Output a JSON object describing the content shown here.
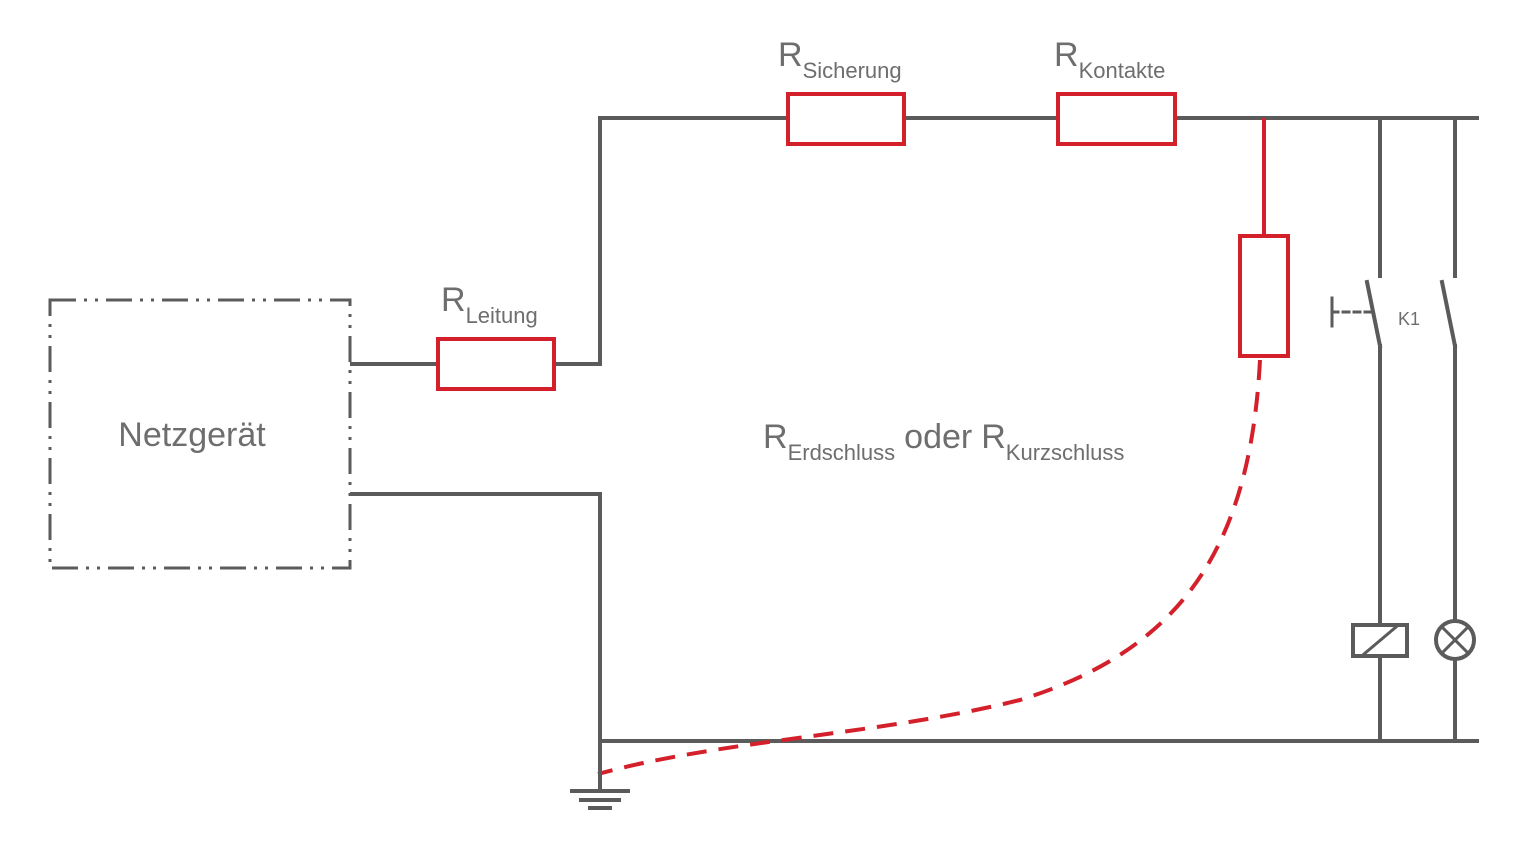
{
  "device": {
    "label": "Netzgerät"
  },
  "resistors": {
    "leitung": {
      "main": "R",
      "sub": "Leitung"
    },
    "sicherung": {
      "main": "R",
      "sub": "Sicherung"
    },
    "kontakte": {
      "main": "R",
      "sub": "Kontakte"
    }
  },
  "fault": {
    "r1": "R",
    "sub1": "Erdschluss",
    "oder": "oder",
    "r2": "R",
    "sub2": "Kurzschluss"
  },
  "relay": {
    "label": "K1"
  },
  "colors": {
    "wire": "#5b5b5b",
    "fault": "#d3202a",
    "text": "#6e6e6e"
  }
}
